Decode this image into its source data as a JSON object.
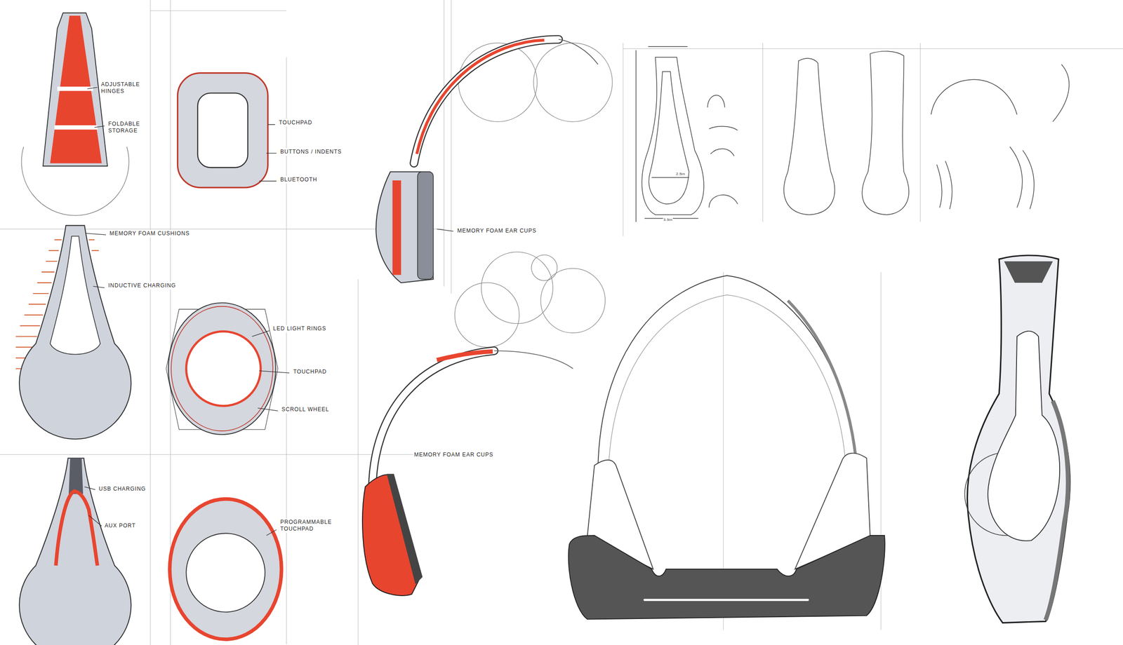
{
  "diagram": {
    "labels": [
      "ADJUSTABLE HINGES",
      "FOLDABLE STORAGE",
      "TOUCHPAD",
      "BUTTONS / INDENTS",
      "BLUETOOTH",
      "MEMORY FOAM CUSHIONS",
      "INDUCTIVE CHARGING",
      "LED LIGHT RINGS",
      "TOUCHPAD",
      "SCROLL WHEEL",
      "USB CHARGING",
      "AUX PORT",
      "PROGRAMMABLE TOUCHPAD",
      "MEMORY FOAM EAR CUPS",
      "MEMORY FOAM EAR CUPS",
      "3.5in",
      "2.5in"
    ]
  }
}
